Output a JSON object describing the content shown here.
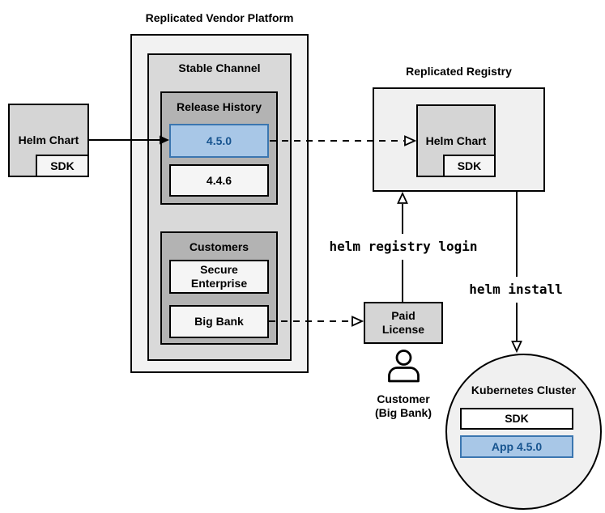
{
  "colors": {
    "highlight_fill": "#a8c7e7",
    "highlight_border": "#3b76b0",
    "highlight_text": "#17548f",
    "panel_outer": "#f2f2f2",
    "panel_channel": "#d9d9d9",
    "panel_group": "#b3b3b3",
    "box_light": "#f5f5f5",
    "box_medium": "#d5d5d5",
    "panel_registry": "#f0f0f0",
    "line": "#000000"
  },
  "vendor_platform": {
    "title": "Replicated Vendor Platform",
    "stable_channel": {
      "title": "Stable Channel",
      "release_history": {
        "title": "Release History",
        "releases": [
          {
            "version": "4.5.0",
            "highlighted": true
          },
          {
            "version": "4.4.6",
            "highlighted": false
          }
        ]
      },
      "customers": {
        "title": "Customers",
        "items": [
          {
            "name": "Secure\nEnterprise"
          },
          {
            "name": "Big Bank"
          }
        ]
      }
    }
  },
  "helm_chart_source": {
    "label": "Helm Chart",
    "sdk": "SDK"
  },
  "registry": {
    "title": "Replicated Registry",
    "helm_chart": {
      "label": "Helm Chart",
      "sdk": "SDK"
    }
  },
  "paid_license": {
    "label": "Paid\nLicense"
  },
  "customer": {
    "caption": "Customer\n(Big Bank)"
  },
  "cluster": {
    "title": "Kubernetes Cluster",
    "sdk": "SDK",
    "app": "App 4.5.0"
  },
  "commands": {
    "registry_login": "helm registry login",
    "install": "helm install"
  }
}
